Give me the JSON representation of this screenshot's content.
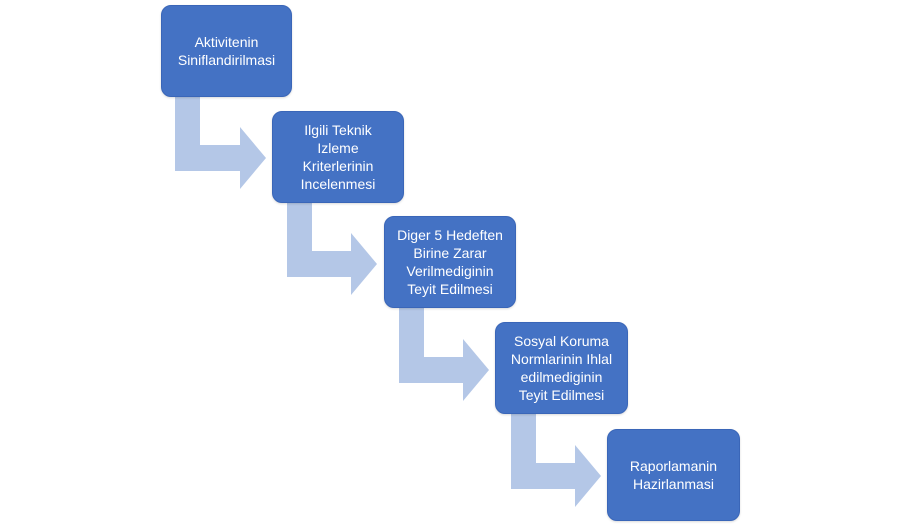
{
  "colors": {
    "box": "#4472C4",
    "box_border": "#3A66B8",
    "arrow": "#B4C7E7",
    "text": "#FFFFFF"
  },
  "steps": [
    {
      "label": "Aktivitenin Siniflandirilmasi"
    },
    {
      "label": "Ilgili Teknik Izleme Kriterlerinin Incelenmesi"
    },
    {
      "label": "Diger 5 Hedeften Birine Zarar Verilmediginin Teyit Edilmesi"
    },
    {
      "label": "Sosyal Koruma Normlarinin Ihlal edilmediginin Teyit Edilmesi"
    },
    {
      "label": "Raporlamanin Hazirlanmasi"
    }
  ],
  "connectors": [
    {
      "icon": "bent-arrow-icon"
    },
    {
      "icon": "bent-arrow-icon"
    },
    {
      "icon": "bent-arrow-icon"
    },
    {
      "icon": "bent-arrow-icon"
    }
  ]
}
